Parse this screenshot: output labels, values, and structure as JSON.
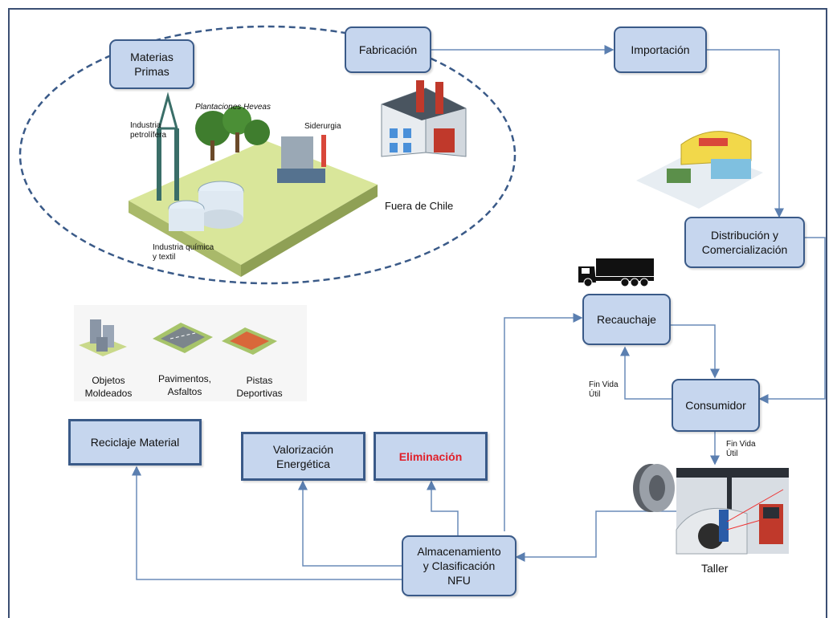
{
  "nodes": {
    "materias_primas": "Materias\nPrimas",
    "fabricacion": "Fabricación",
    "importacion": "Importación",
    "distribucion": "Distribución y\nComercialización",
    "recauchaje": "Recauchaje",
    "consumidor": "Consumidor",
    "reciclaje": "Reciclaje Material",
    "valorizacion": "Valorización\nEnergética",
    "eliminacion": "Eliminación",
    "almacenamiento": "Almacenamiento\ny Clasificación\nNFU"
  },
  "labels": {
    "fuera_chile": "Fuera de Chile",
    "taller": "Taller",
    "fin_vida_1": "Fin Vida\nÚtil",
    "fin_vida_2": "Fin Vida\nÚtil",
    "objetos": "Objetos\nMoldeados",
    "pavimentos": "Pavimentos,\nAsfaltos",
    "pistas": "Pistas\nDeportivas",
    "industria_petrolifera": "Industria\npetrolífera",
    "plantaciones": "Plantaciones Heveas",
    "siderurgia": "Siderurgia",
    "industria_quimica": "Industria química\ny textil"
  },
  "colors": {
    "box_fill": "#c6d6ee",
    "box_border": "#3a5a88",
    "arrow": "#6a8cb8",
    "elim_text": "#e0202a"
  }
}
